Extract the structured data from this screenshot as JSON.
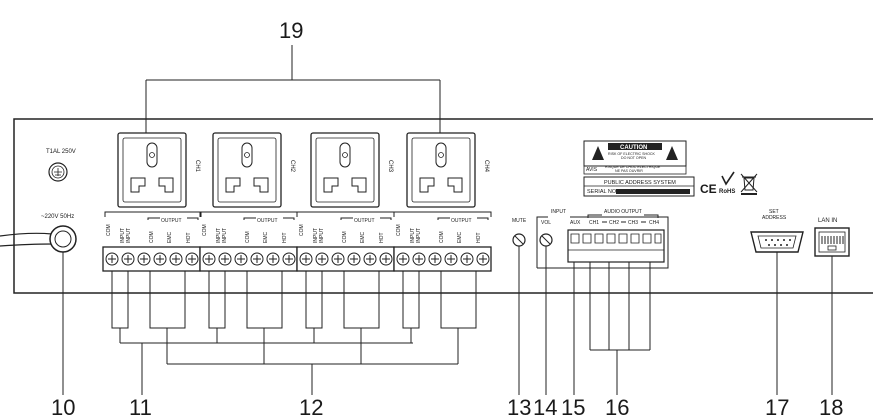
{
  "callouts": {
    "c19": "19",
    "c10": "10",
    "c11": "11",
    "c12": "12",
    "c13": "13",
    "c14": "14",
    "c15": "15",
    "c16": "16",
    "c17": "17",
    "c18": "18"
  },
  "power": {
    "fuse_label": "T1AL 250V",
    "mains_label": "~220V 50Hz"
  },
  "channels": [
    {
      "name": "CH1",
      "output_label": "OUTPUT",
      "terminals": [
        "COM",
        "INPUT",
        "INPUT",
        "COM",
        "EMC",
        "HOT"
      ]
    },
    {
      "name": "CH2",
      "output_label": "OUTPUT",
      "terminals": [
        "COM",
        "INPUT",
        "INPUT",
        "COM",
        "EMC",
        "HOT"
      ]
    },
    {
      "name": "CH3",
      "output_label": "OUTPUT",
      "terminals": [
        "COM",
        "INPUT",
        "INPUT",
        "COM",
        "EMC",
        "HOT"
      ]
    },
    {
      "name": "CH4",
      "output_label": "OUTPUT",
      "terminals": [
        "COM",
        "INPUT",
        "INPUT",
        "COM",
        "EMC",
        "HOT"
      ]
    }
  ],
  "controls": {
    "mute_label": "MUTE",
    "vol_label": "VOL",
    "input_label": "INPUT",
    "audio_output_label": "AUDIO OUTPUT",
    "aux_label": "AUX",
    "out_channels": [
      "CH1",
      "CH2",
      "CH3",
      "CH4"
    ]
  },
  "caution": {
    "title": "CAUTION",
    "line1": "RISK OF ELECTRIC SHOCK",
    "line2": "DO NOT OPEN",
    "avis": "AVIS",
    "line3": "RISQUE DE CHOC ELECTRIQUE",
    "line4": "NE PAS OUVRIR"
  },
  "nameplate": {
    "system": "PUBLIC ADDRESS SYSTEM",
    "serial": "SERIAL NO."
  },
  "marks": {
    "ce": "CE",
    "rohs": "RoHS"
  },
  "ports": {
    "set_address_line1": "SET",
    "set_address_line2": "ADDRESS",
    "lan_label": "LAN  IN"
  }
}
